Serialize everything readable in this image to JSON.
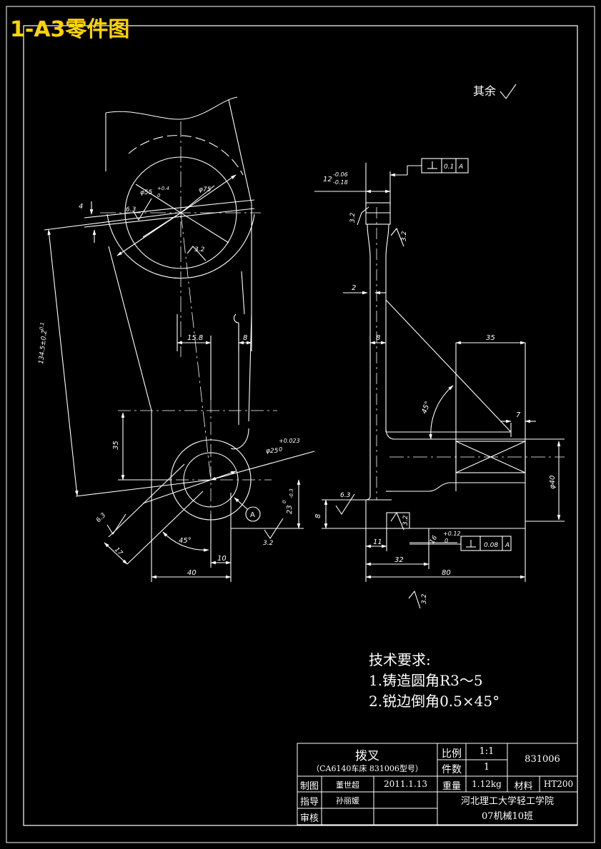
{
  "sheet_title": "1-A3零件图",
  "roughness_note": "其余",
  "dimensions": {
    "d12": "12",
    "d12_upper": "-0.06",
    "d12_lower": "-0.18",
    "tol_perp_1": "0.1",
    "datum_a": "A",
    "r32_a": "3.2",
    "r32_b": "3.2",
    "r32_c": "3.2",
    "r32_d": "3.2",
    "r32_e": "3.2",
    "r32_f": "3.2",
    "r63_a": "6.3",
    "r63_b": "6.3",
    "r63_c": "6.3",
    "d4": "4",
    "phi55": "φ55",
    "phi55_upper": "+0.4",
    "phi55_lower": "0",
    "phi75": "φ75",
    "d134": "134.5±0.2",
    "d134_upper": "-0.1",
    "d158": "15.8",
    "d8_a": "8",
    "d35_a": "35",
    "phi25": "φ25",
    "phi25_upper": "+0.023",
    "phi25_lower": "0",
    "d23": "23",
    "d23_upper": "0",
    "d23_lower": "-0.3",
    "circle_a": "A",
    "d17": "17",
    "angle45_a": "45°",
    "d10": "10",
    "d40": "40",
    "d2": "2",
    "d8_b": "8",
    "d35_b": "35",
    "angle45_b": "45°",
    "d7": "7",
    "phi40": "φ40",
    "d8_c": "8",
    "d11": "11",
    "d16": "16",
    "d16_upper": "+0.12",
    "d16_lower": "0",
    "tol_perp_2": "0.08",
    "d32": "32",
    "d80": "80"
  },
  "tech_requirements": {
    "title": "技术要求:",
    "item1": "1.铸造圆角R3～5",
    "item2": "2.锐边倒角0.5×45°"
  },
  "title_block": {
    "part_name": "拨叉",
    "part_desc": "（CA6140车床 831006型号）",
    "scale_label": "比例",
    "scale_value": "1:1",
    "qty_label": "件数",
    "qty_value": "1",
    "drawing_no": "831006",
    "drawn_label": "制图",
    "drawn_by": "董世超",
    "date": "2011.1.13",
    "weight_label": "重量",
    "weight_value": "1.12kg",
    "material_label": "材料",
    "material_value": "HT200",
    "guide_label": "指导",
    "guide_by": "孙丽媛",
    "school": "河北理工大学轻工学院",
    "check_label": "审核",
    "class_name": "07机械10班"
  }
}
